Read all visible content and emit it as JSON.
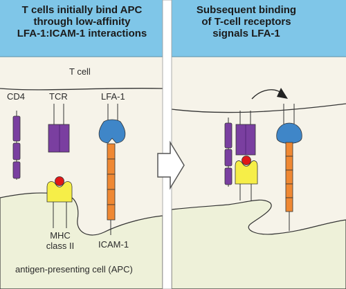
{
  "header": {
    "left_lines": [
      "T cells initially bind APC",
      "through low-affinity",
      "LFA-1:ICAM-1 interactions"
    ],
    "right_lines": [
      "Subsequent binding",
      "of T-cell receptors",
      "signals LFA-1"
    ]
  },
  "labels": {
    "t_cell": "T cell",
    "cd4": "CD4",
    "tcr": "TCR",
    "lfa1": "LFA-1",
    "mhc_lines": [
      "MHC",
      "class II"
    ],
    "icam1": "ICAM-1",
    "apc": "antigen-presenting cell (APC)"
  },
  "colors": {
    "header_blue": "#7fc6e8",
    "panel_cream": "#f6f3e9",
    "apc_fill": "#eef1d9",
    "cd4_purple": "#7a3fa0",
    "tcr_purple": "#7a3fa0",
    "lfa1_blue": "#3f86c8",
    "icam_orange": "#ef8833",
    "mhc_yellow": "#f6ee48",
    "peptide_red": "#e01818"
  },
  "icons": {
    "transition_arrow": "right-arrow-icon",
    "signal_arrow": "curved-arrow-icon"
  }
}
